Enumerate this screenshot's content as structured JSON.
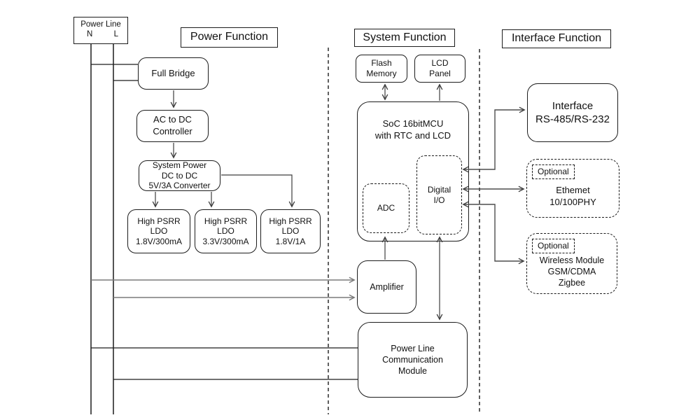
{
  "sections": {
    "power": {
      "label": "Power Function"
    },
    "system": {
      "label": "System Function"
    },
    "interface": {
      "label": "Interface Function"
    }
  },
  "power_line": {
    "title": "Power Line",
    "n": "N",
    "l": "L"
  },
  "boxes": {
    "full_bridge": {
      "lines": [
        "Full Bridge"
      ]
    },
    "ac_dc": {
      "lines": [
        "AC to DC",
        "Controller"
      ]
    },
    "converter": {
      "lines": [
        "System Power",
        "DC to DC",
        "5V/3A Converter"
      ]
    },
    "ldo1": {
      "lines": [
        "High PSRR",
        "LDO",
        "1.8V/300mA"
      ]
    },
    "ldo2": {
      "lines": [
        "High PSRR",
        "LDO",
        "3.3V/300mA"
      ]
    },
    "ldo3": {
      "lines": [
        "High PSRR",
        "LDO",
        "1.8V/1A"
      ]
    },
    "flash": {
      "lines": [
        "Flash",
        "Memory"
      ]
    },
    "lcd": {
      "lines": [
        "LCD",
        "Panel"
      ]
    },
    "soc": {
      "lines": [
        "SoC 16bitMCU",
        "with RTC and LCD"
      ]
    },
    "adc": {
      "label": "ADC"
    },
    "dio": {
      "lines": [
        "Digital",
        "I/O"
      ]
    },
    "amplifier": {
      "label": "Amplifier"
    },
    "plc": {
      "lines": [
        "Power Line",
        "Communication",
        "Module"
      ]
    },
    "rs_interface": {
      "lines": [
        "Interface",
        "RS-485/RS-232"
      ]
    },
    "ethernet": {
      "optional": "Optional",
      "lines": [
        "Ethemet",
        "10/100PHY"
      ]
    },
    "wireless": {
      "optional": "Optional",
      "lines": [
        "Wireless Module",
        "GSM/CDMA",
        "Zigbee"
      ]
    }
  },
  "colors": {
    "stroke": "#1c1c1c",
    "connector": "#3d3d3d",
    "gray_line": "#7a7a7a"
  }
}
